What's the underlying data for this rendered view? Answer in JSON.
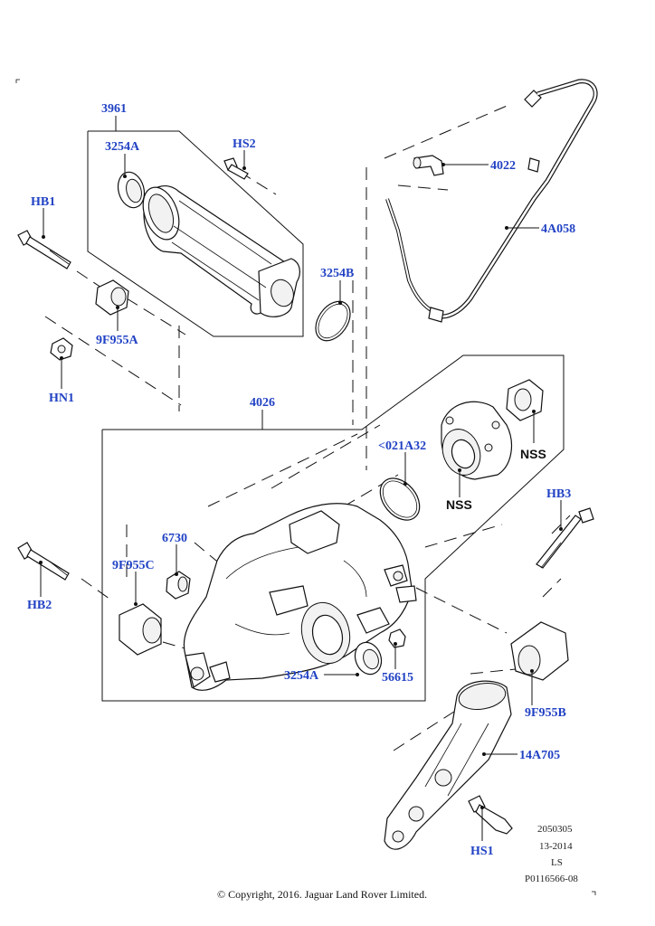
{
  "labels": {
    "l3961": "3961",
    "l3254A_top": "3254A",
    "lHS2": "HS2",
    "lHB1": "HB1",
    "l9F955A": "9F955A",
    "lHN1": "HN1",
    "l3254B": "3254B",
    "l4022": "4022",
    "l4A058": "4A058",
    "l4026": "4026",
    "l021A32": "<021A32",
    "lNSS1": "NSS",
    "lNSS2": "NSS",
    "lHB3": "HB3",
    "l6730": "6730",
    "l9F955C": "9F955C",
    "lHB2": "HB2",
    "l3254A_bottom": "3254A",
    "l56615": "56615",
    "l9F955B": "9F955B",
    "l14A705": "14A705",
    "lHS1": "HS1"
  },
  "reference": {
    "line1": "2050305",
    "line2": "13-2014",
    "line3": "LS",
    "line4": "P0116566-08"
  },
  "copyright": "© Copyright, 2016. Jaguar Land Rover Limited.",
  "colors": {
    "label": "#2142c4",
    "line": "#111111"
  }
}
